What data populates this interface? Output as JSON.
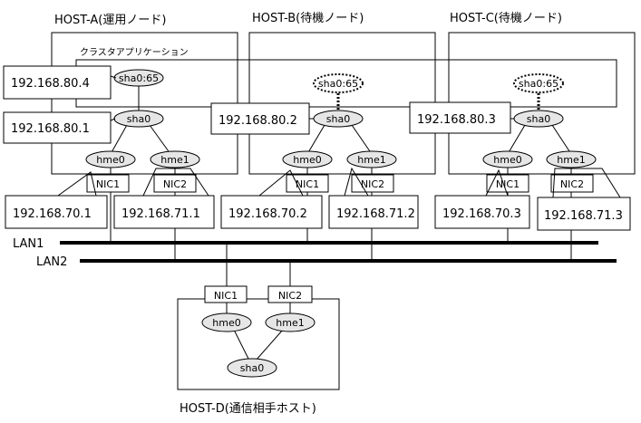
{
  "hosts": {
    "a": {
      "title": "HOST-A(運用ノード)",
      "app_label": "クラスタアプリケーション"
    },
    "b": {
      "title": "HOST-B(待機ノード)"
    },
    "c": {
      "title": "HOST-C(待機ノード)"
    },
    "d": {
      "title": "HOST-D(通信相手ホスト)"
    }
  },
  "networks": {
    "lan1": "LAN1",
    "lan2": "LAN2"
  },
  "interfaces": {
    "sha0_65": "sha0:65",
    "sha0": "sha0",
    "hme0": "hme0",
    "hme1": "hme1",
    "nic1": "NIC1",
    "nic2": "NIC2"
  },
  "addresses": {
    "a_takeover": "192.168.80.4",
    "a_sha0": "192.168.80.1",
    "b_sha0": "192.168.80.2",
    "c_sha0": "192.168.80.3",
    "a_hme0": "192.168.70.1",
    "a_hme1": "192.168.71.1",
    "b_hme0": "192.168.70.2",
    "b_hme1": "192.168.71.2",
    "c_hme0": "192.168.70.3",
    "c_hme1": "192.168.71.3"
  }
}
